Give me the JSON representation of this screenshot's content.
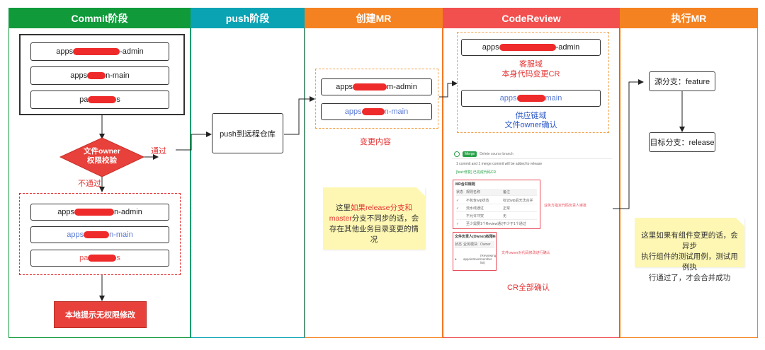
{
  "lanes": [
    {
      "title": "Commit阶段",
      "color": "#109a3a"
    },
    {
      "title": "push阶段",
      "color": "#0aa3b4"
    },
    {
      "title": "创建MR",
      "color": "#f58220"
    },
    {
      "title": "CodeReview",
      "color": "#f24f4f"
    },
    {
      "title": "执行MR",
      "color": "#f58220"
    }
  ],
  "commit": {
    "repos_top": [
      {
        "pre": "apps",
        "post": "-admin"
      },
      {
        "pre": "apps",
        "post": "n-main"
      },
      {
        "pre": "pa",
        "post": "s"
      }
    ],
    "decision": {
      "line1": "文件owner",
      "line2": "权限校验"
    },
    "pass_label": "通过",
    "fail_label": "不通过",
    "repos_bottom": [
      {
        "pre": "apps",
        "post": "n-admin"
      },
      {
        "pre": "apps",
        "post": "n-main"
      },
      {
        "pre": "pa",
        "post": "s"
      }
    ],
    "result": "本地提示无权限修改"
  },
  "push": {
    "box": "push到远程仓库"
  },
  "mr": {
    "repos": [
      {
        "pre": "apps",
        "post": "m-admin"
      },
      {
        "pre": "apps",
        "post": "n-main"
      }
    ],
    "caption": "变更内容",
    "note_pre": "这里",
    "note_red": "如果release分支和master",
    "note_rest": "分支不同步的话，会存在其他业务目录变更的情况"
  },
  "cr": {
    "repo1": {
      "pre": "apps",
      "post": "-admin"
    },
    "label1_l1": "客服域",
    "label1_l2": "本身代码变更CR",
    "repo2": {
      "pre": "apps",
      "post": "main"
    },
    "label2_l1": "供应链域",
    "label2_l2": "文件owner确认",
    "shot": {
      "merge": "Merge",
      "delete_branch": "Delete source branch",
      "commit_info": "1 commit and 1 merge commit will be added to release",
      "status": "[feat:修复] 已完成代码CR",
      "t1_title": "MR合并规则",
      "t1_headers": [
        "状态",
        "规则名称",
        "备注"
      ],
      "t1_rows": [
        [
          "✓",
          "不包含wip状态",
          "标记wip后无法合并"
        ],
        [
          "✓",
          "流水线通过",
          "正常"
        ],
        [
          "",
          "不允许冲突",
          "无"
        ],
        [
          "✓",
          "至少需要1个Review通过",
          "不少于1个通过"
        ]
      ],
      "t1_note": "业务方指定代码负责人审批",
      "t2_title": "文件负责人(Owner)权限Review状态",
      "t2_headers": [
        "状态",
        "业务模块",
        "Owner"
      ],
      "t2_rows": [
        [
          "●",
          "appointment",
          "(Reviewing member list)"
        ]
      ],
      "t2_note": "文件owner对代码修改进行确认"
    },
    "caption": "CR全部确认"
  },
  "exec": {
    "source": "源分支：feature",
    "target": "目标分支：release",
    "note_l1": "这里如果有组件变更的话，会异步",
    "note_l2": "执行组件的测试用例，测试用例执",
    "note_l3": "行通过了，才会合并成功"
  }
}
